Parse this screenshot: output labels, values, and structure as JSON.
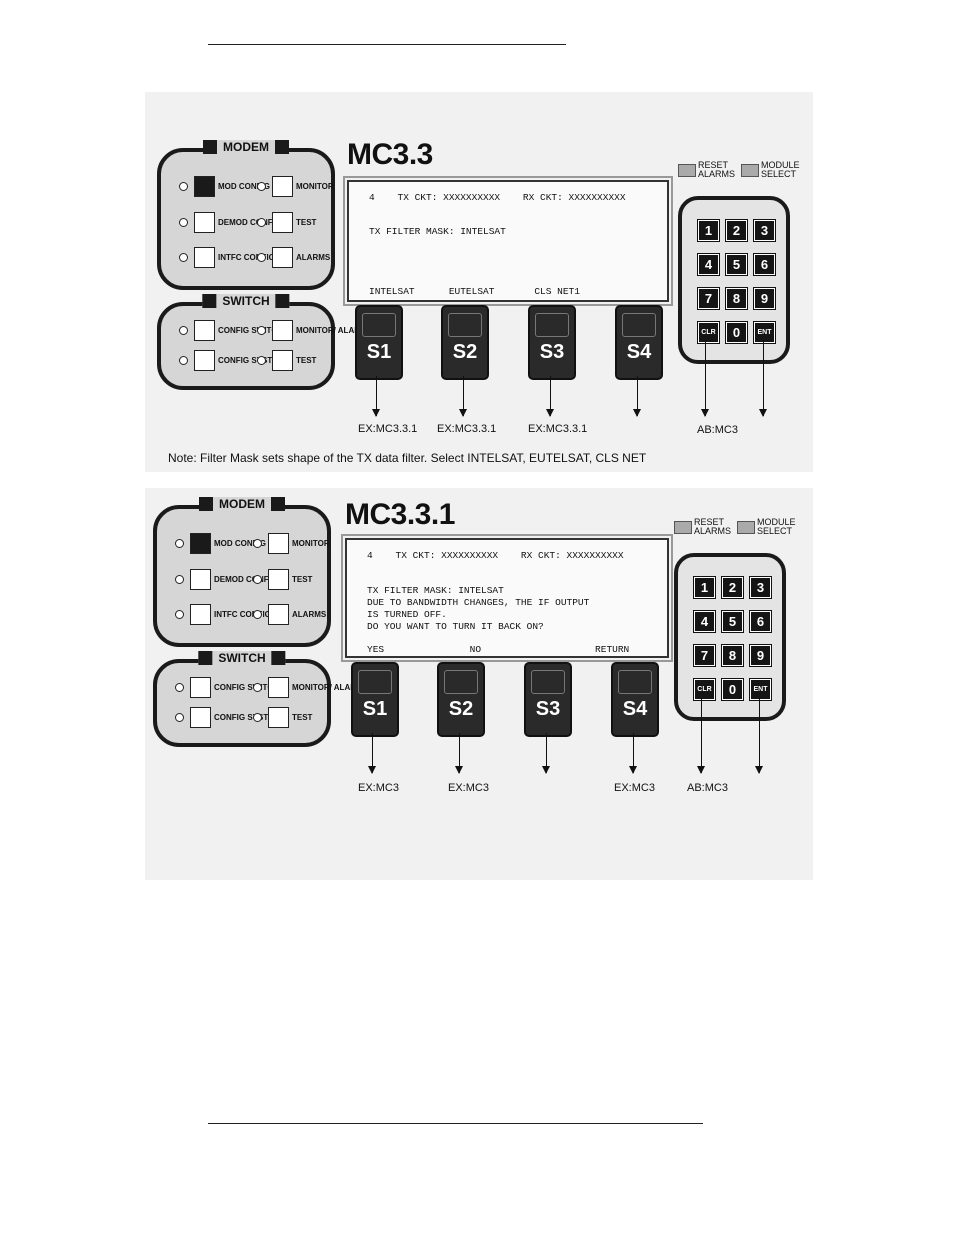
{
  "header_rule": "",
  "panel_labels": {
    "modem": "MODEM",
    "switch": "SWITCH",
    "mod_config": "MOD CONFIG",
    "demod_config": "DEMOD CONFIG",
    "intfc_config": "INTFC CONFIG",
    "monitor": "MONITOR",
    "test": "TEST",
    "alarms": "ALARMS",
    "config_switch": "CONFIG SWITCH",
    "config_system": "CONFIG SYSTEM",
    "monitor_alarms": "MONITOR/ ALARMS",
    "switch_test": "TEST",
    "reset_alarms": "RESET ALARMS",
    "module_select": "MODULE SELECT"
  },
  "keypad": {
    "keys": [
      "1",
      "2",
      "3",
      "4",
      "5",
      "6",
      "7",
      "8",
      "9",
      "CLR",
      "0",
      "ENT"
    ]
  },
  "softkeys": [
    "S1",
    "S2",
    "S3",
    "S4"
  ],
  "screens": [
    {
      "title": "MC3.3",
      "lines": [
        "4    TX CKT: XXXXXXXXXX    RX CKT: XXXXXXXXXX",
        "",
        "TX FILTER MASK: INTELSAT",
        "",
        "",
        "",
        "INTELSAT      EUTELSAT       CLS NET1"
      ],
      "destinations": [
        "EX:MC3.3.1",
        "EX:MC3.3.1",
        "EX:MC3.3.1",
        "",
        "AB:MC3",
        ""
      ],
      "note": "Note:  Filter Mask sets shape of the TX data filter. Select INTELSAT, EUTELSAT, CLS NET"
    },
    {
      "title": "MC3.3.1",
      "lines": [
        "4    TX CKT: XXXXXXXXXX    RX CKT: XXXXXXXXXX",
        "",
        "TX FILTER MASK: INTELSAT",
        "DUE TO BANDWIDTH CHANGES, THE IF OUTPUT",
        "IS TURNED OFF.",
        "DO YOU WANT TO TURN IT BACK ON?",
        "YES               NO                    RETURN"
      ],
      "destinations": [
        "EX:MC3",
        "EX:MC3",
        "",
        "EX:MC3",
        "AB:MC3",
        ""
      ],
      "note": ""
    }
  ]
}
